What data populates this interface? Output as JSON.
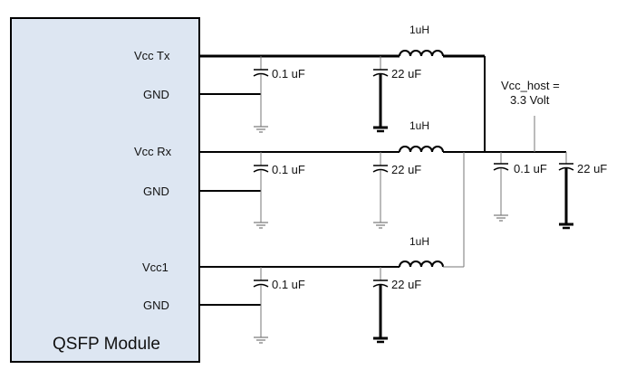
{
  "module": {
    "name": "QSFP Module",
    "fill": "#dde6f2",
    "pins": {
      "vcc_tx": "Vcc Tx",
      "gnd1": "GND",
      "vcc_rx": "Vcc Rx",
      "gnd2": "GND",
      "vcc1": "Vcc1",
      "gnd3": "GND"
    }
  },
  "filters": {
    "cap_small": "0.1 uF",
    "cap_large": "22 uF",
    "inductor": "1uH"
  },
  "host": {
    "label_line1": "Vcc_host =",
    "label_line2": "3.3 Volt",
    "cap_small": "0.1 uF",
    "cap_large": "22 uF"
  }
}
